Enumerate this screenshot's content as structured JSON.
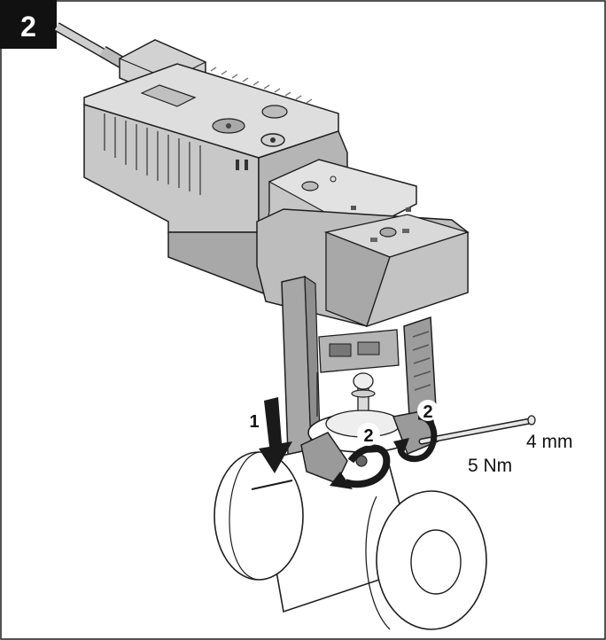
{
  "figure": {
    "step_number": "2",
    "callouts": {
      "push_down": "1",
      "rotate_right": "2",
      "rotate_left": "2"
    },
    "tool_size": "4 mm",
    "torque": "5 Nm"
  },
  "colors": {
    "border": "#1a1a1a",
    "badge_bg": "#111111",
    "badge_text": "#ffffff",
    "actuator_light": "#d9d9d9",
    "actuator_mid": "#c4c4c4",
    "actuator_dark": "#8f8f8f",
    "outline": "#1e1e1e",
    "valve_fill": "#ffffff"
  },
  "icons": [
    "down-arrow-icon",
    "rotate-arrow-icon",
    "hex-key-icon"
  ]
}
